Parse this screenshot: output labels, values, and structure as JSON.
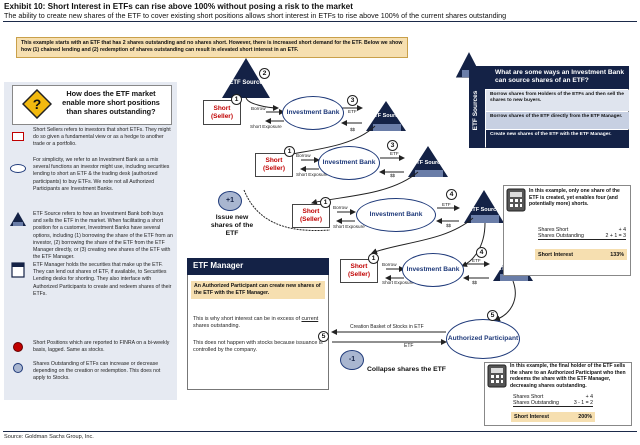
{
  "header": {
    "title": "Exhibit 10: Short Interest in ETFs can rise above 100% without posing a risk to the market",
    "subtitle": "The ability to create new shares of the ETF to cover existing short positions allows short interest in ETFs to rise above 100% of the current shares outstanding"
  },
  "intro": "This example starts with an ETF that has 2 shares outstanding and no shares short. However, there is increased short demand for the ETF. Below we show how (1) chained lending and (2) redemption of shares outstanding can result in elevated short interest in an ETF.",
  "legend_panel": {
    "question": "How does the ETF market enable more short positions than shares outstanding?",
    "p_short_sellers": "Short Sellers refers to investors that short ETFs. They might do so given a fundamental view or as a hedge to another trade or a portfolio.",
    "p_simplicity": "For simplicity, we refer to an Investment Bank as a mix several functions an investor might use, including securities lending to short an ETF & the trading desk (authorized participants) to buy ETFs. We note not all Authorized Participants are Investment Banks.",
    "p_etf_source": "ETF Source refers to how an Investment Bank both buys and sells the ETF in the market. When facilitating a short position for a customer, Investment Banks have several options, including (1) borrowing the share of the ETF from an investor, (2) borrowing the share of the ETF from the ETF Manager directly, or (3) creating new shares of the ETF with the ETF Manager.",
    "p_etf_manager": "ETF Manager holds the securities that make up the ETF. They can lend out shares of ETF, if available, to Securities Lending desks for shorting. They also interface with Authorized Participants to create and redeem shares of their ETFs.",
    "p_short_positions": "Short Positions which are reported to FINRA on a bi-weekly basis, lagged. Same as stocks.",
    "p_shares_outstanding": "Shares Outstanding of ETFs can increase or decrease depending on the creation or redemption. This does not apply to Stocks."
  },
  "diagram": {
    "etf_source_top": "ETF Source",
    "short_seller": "Short (Seller)",
    "investment_bank": "Investment Bank",
    "etf_source": "ETF Source",
    "borrow": "Borrow",
    "short_exposure": "Short Exposure",
    "etf": "ETF",
    "dollars": "$$",
    "n1": "1",
    "n2": "2",
    "n3": "3",
    "n4": "4",
    "n5": "5",
    "plus_one": "+1",
    "issue_new": "Issue new shares of the ETF",
    "minus_one": "-1",
    "collapse": "Collapse shares the ETF",
    "creation_basket": "Creation Basket of Stocks in ETF",
    "authorized_participant": "Authorized Participant"
  },
  "manager": {
    "title": "ETF Manager",
    "highlight": "An Authorized Participant can create new shares of the ETF with the ETF Manager.",
    "line1_pre": "This is why short interest can be in excess of ",
    "line1_u": "current",
    "line1_post": " shares outstanding.",
    "line2": "This does not happen with stocks because issuance is controlled by the company."
  },
  "ways": {
    "title": "What are some ways an Investment Bank can source shares of an ETF?",
    "side_label": "ETF Sources",
    "rows": [
      "Borrow shares from Holders of the ETFs and then sell the shares to new buyers.",
      "Borrow shares of the ETF directly from the ETF Manager.",
      "Create new shares of the ETF with the ETF Manager."
    ]
  },
  "example1": {
    "text": "In this example, only one share of the ETF is created, yet enables four (and potentially more) shorts.",
    "rows": [
      {
        "label": "Shares Short",
        "value": "4"
      },
      {
        "label": "Shares Outstanding",
        "value": "2 + 1 = 3"
      }
    ],
    "si_label": "Short Interest",
    "si_value": "133%"
  },
  "example2": {
    "text": "In this example, the final holder of the ETF sells the share to an Authorized Participant who then redeems the share with the ETF Manager, decreasing shares outstanding.",
    "rows": [
      {
        "label": "Shares Short",
        "value": "4"
      },
      {
        "label": "Shares Outstanding",
        "value": "3 - 1 = 2"
      }
    ],
    "si_label": "Short Interest",
    "si_value": "200%"
  },
  "source": "Source: Goldman Sachs Group, Inc.",
  "colors": {
    "navy": "#142246",
    "blue": "#1f3a7a",
    "red": "#c00000",
    "gold": "#f6dfb0",
    "panel": "#e6eaf2"
  }
}
